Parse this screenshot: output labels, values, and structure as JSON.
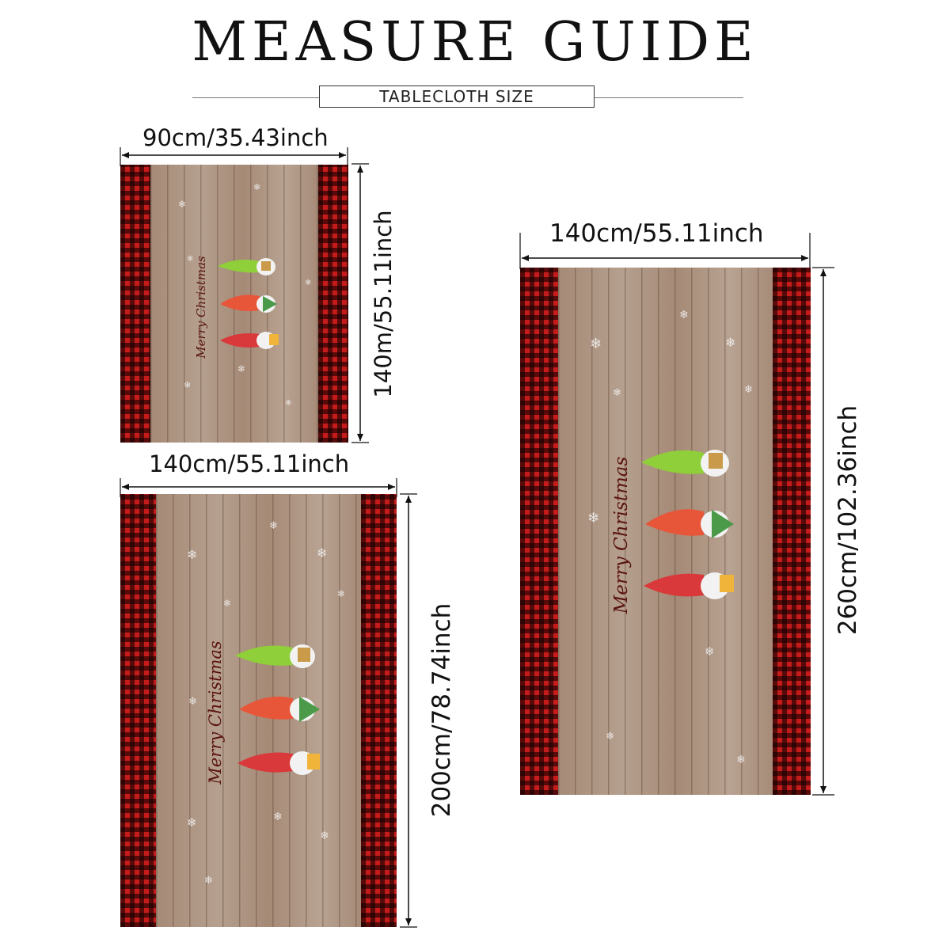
{
  "header": {
    "title": "MEASURE GUIDE",
    "subtitle": "TABLECLOTH SIZE"
  },
  "tablecloths": [
    {
      "width_label": "90cm/35.43inch",
      "height_label": "140m/55.11inch",
      "print_text": "Merry Christmas"
    },
    {
      "width_label": "140cm/55.11inch",
      "height_label": "200cm/78.74inch",
      "print_text": "Merry Christmas"
    },
    {
      "width_label": "140cm/55.11inch",
      "height_label": "260cm/102.36inch",
      "print_text": "Merry Christmas"
    }
  ],
  "colors": {
    "plaid_red": "#c51b1b",
    "plaid_black": "#1a0000",
    "wood": "#a58a76",
    "text": "#111111"
  }
}
